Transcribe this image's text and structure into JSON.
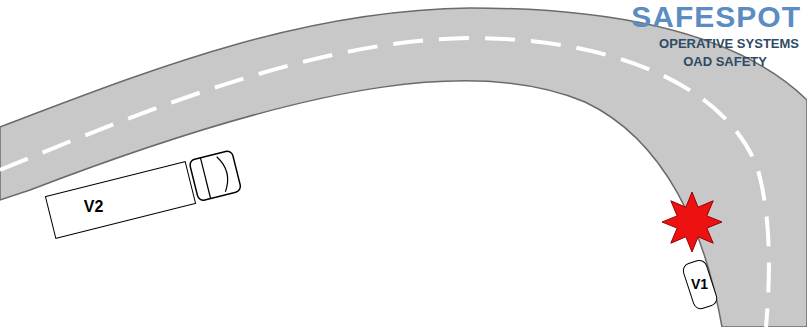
{
  "diagram": {
    "nodes": [
      {
        "text": [
          "V2"
        ]
      },
      {
        "text": [
          "V1"
        ]
      }
    ],
    "labels": [
      "SAFESPOT",
      "OPERATIVE SYSTEMS",
      "OAD SAFETY"
    ]
  }
}
